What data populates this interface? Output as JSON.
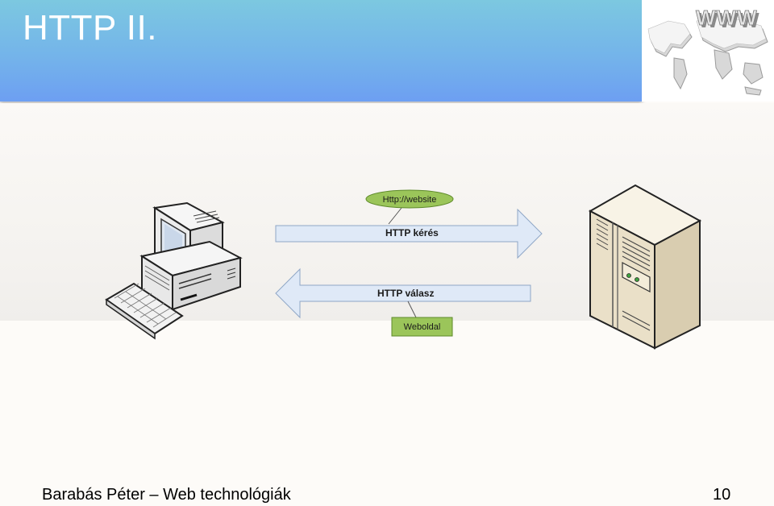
{
  "slide": {
    "title": "HTTP II.",
    "logo_text": "WWW",
    "footer_author": "Barabás Péter – Web technológiák",
    "page_number": "10"
  },
  "diagram": {
    "request_bubble": "Http://website",
    "request_label": "HTTP kérés",
    "response_label": "HTTP válasz",
    "response_box": "Weboldal"
  },
  "colors": {
    "header_gradient_top": "#7cc8e0",
    "header_gradient_bottom": "#6d9ff2",
    "bubble_fill": "#9bc55a",
    "arrow_fill": "#dfe9f7",
    "server_fill": "#efe6cf"
  }
}
